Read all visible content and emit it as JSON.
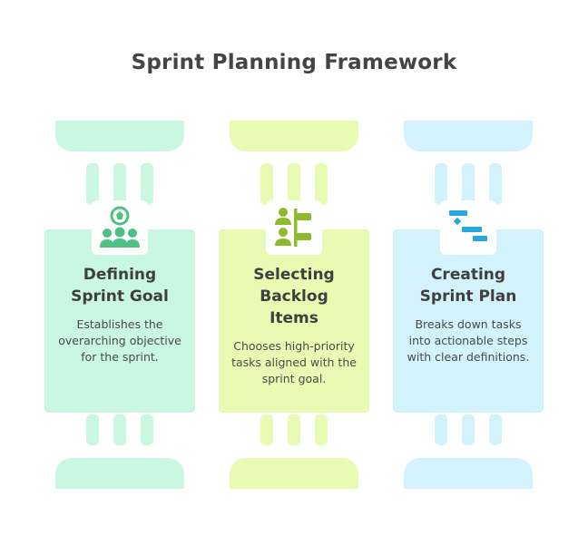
{
  "title": "Sprint Planning Framework",
  "columns": [
    {
      "title": "Defining Sprint Goal",
      "description": "Establishes the overarching objective for the sprint.",
      "icon": "team-target-icon",
      "color": "#c9f7e2",
      "icon_color": "#4fc182"
    },
    {
      "title": "Selecting Backlog Items",
      "description": "Chooses high-priority tasks aligned with the sprint goal.",
      "icon": "users-checklist-icon",
      "color": "#e9fbb3",
      "icon_color": "#8dbb2e"
    },
    {
      "title": "Creating Sprint Plan",
      "description": "Breaks down tasks into actionable steps with clear definitions.",
      "icon": "gantt-chart-icon",
      "color": "#d2f2fc",
      "icon_color": "#27a7de"
    }
  ]
}
